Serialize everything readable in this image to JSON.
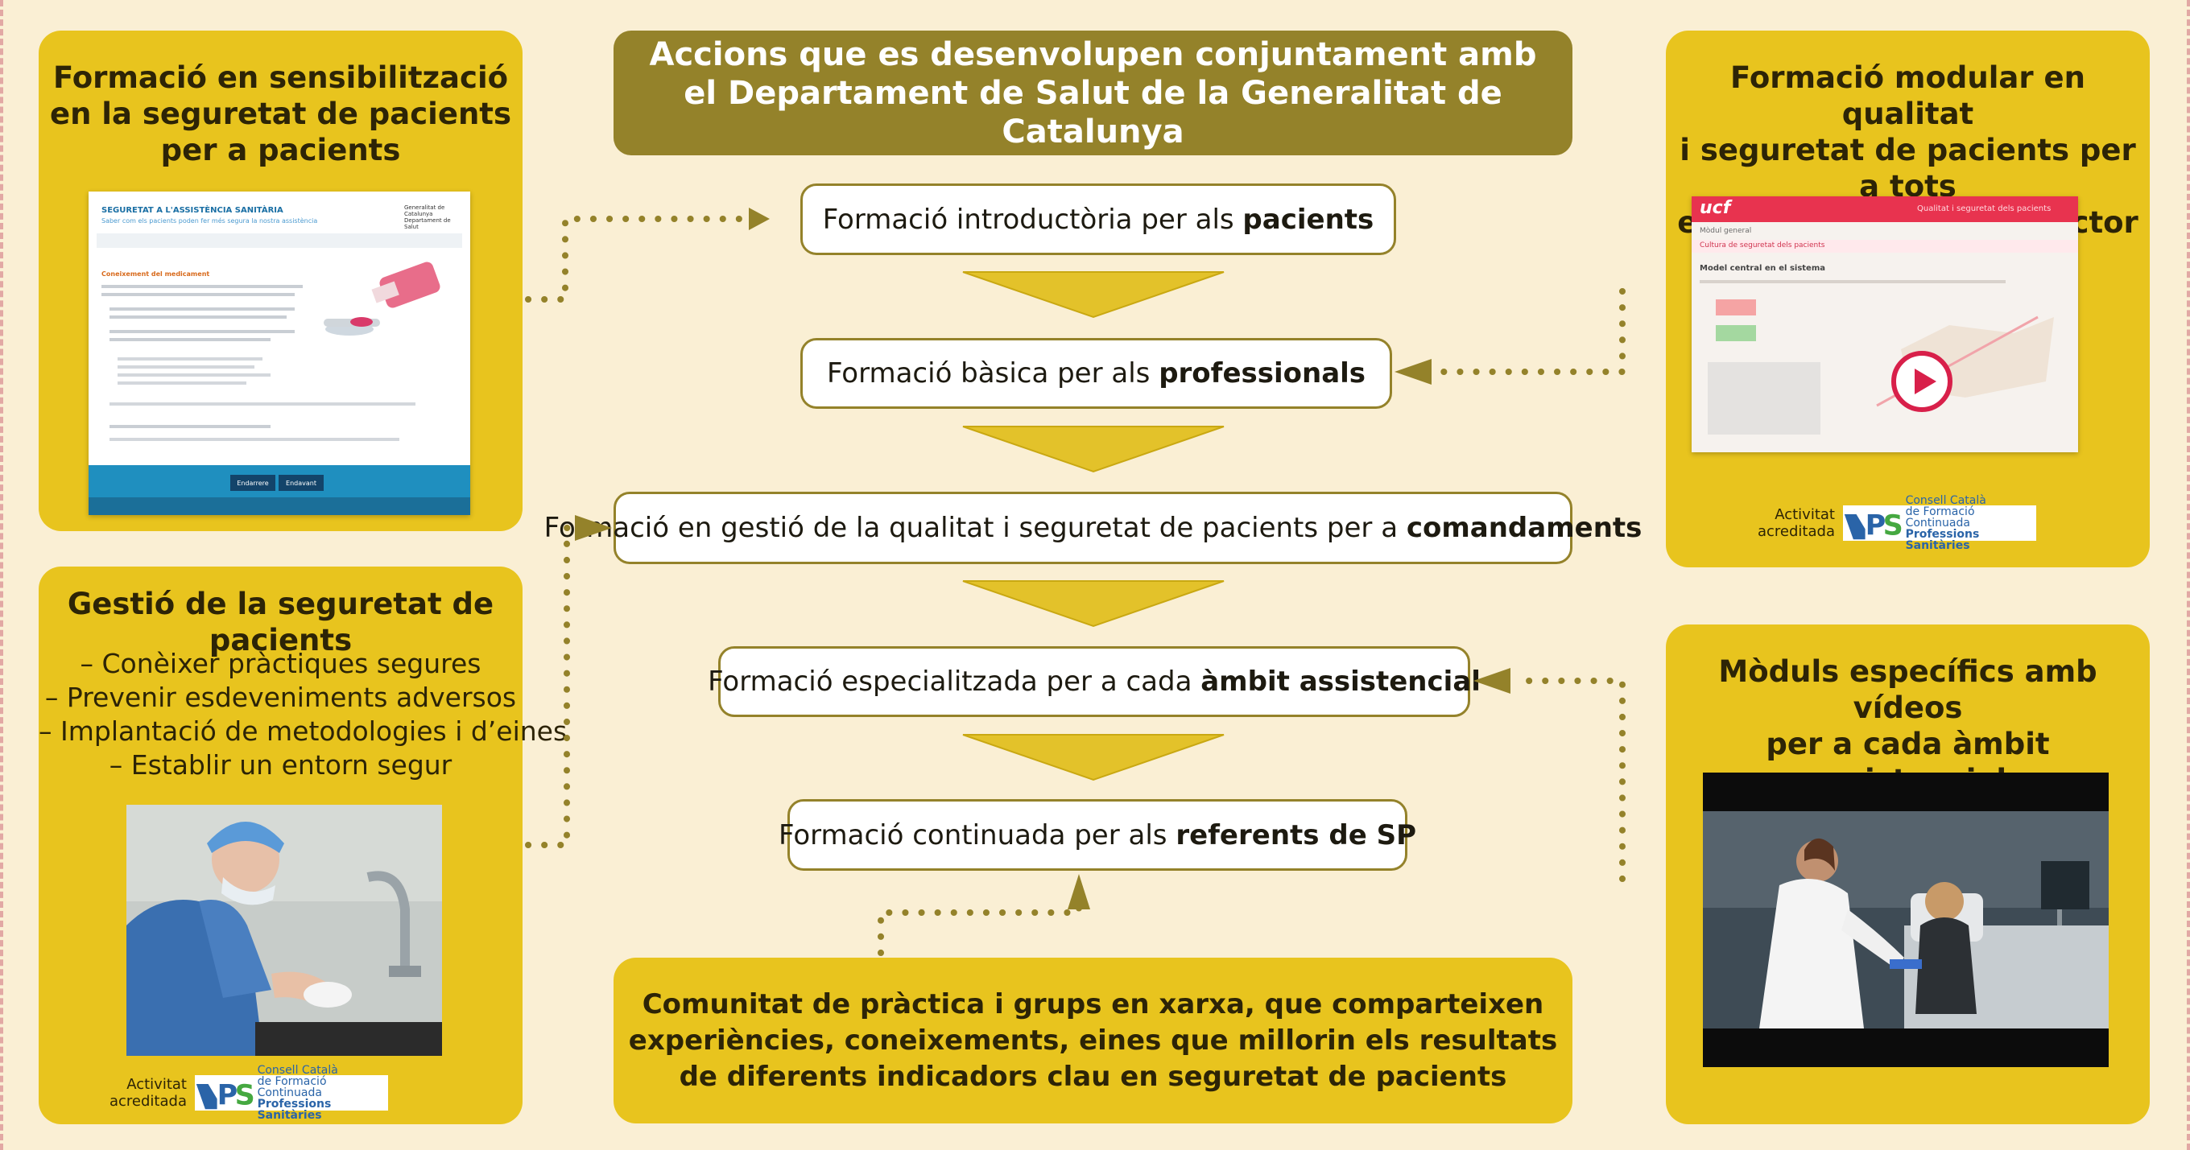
{
  "header": {
    "title": "Accions que es desenvolupen conjuntament amb\nel Departament de Salut de la Generalitat de Catalunya"
  },
  "stages": [
    {
      "text": "Formació introductòria per als ",
      "bold": "pacients"
    },
    {
      "text": "Formació bàsica per als ",
      "bold": "professionals"
    },
    {
      "text": "Formació en gestió de la qualitat i seguretat de pacients per a ",
      "bold": "comandaments"
    },
    {
      "text": "Formació especialitzada per a cada ",
      "bold": "àmbit assistencial"
    },
    {
      "text": "Formació continuada per als ",
      "bold": "referents de SP"
    }
  ],
  "panels": {
    "patients": {
      "title": "Formació en sensibilització\nen la seguretat de pacients\nper a pacients",
      "screenshot": {
        "heading": "SEGURETAT A L'ASSISTÈNCIA SANITÀRIA",
        "subheading": "Saber com els pacients poden fer més segura la nostra assistència",
        "section": "Coneixement del medicament",
        "org": "Generalitat de Catalunya\nDepartament de Salut",
        "nav_back": "Endarrere",
        "nav_next": "Endavant"
      }
    },
    "safety_management": {
      "title": "Gestió de la seguretat de pacients",
      "bullets": [
        "– Conèixer pràctiques segures",
        "– Prevenir esdeveniments adversos",
        "– Implantació de metodologies i d’eines",
        "– Establir un entorn segur"
      ],
      "accreditation_label": "Activitat\nacreditada"
    },
    "modular": {
      "title": "Formació modular en qualitat\ni seguretat de pacients per a tots\nels professionals del sector",
      "screenshot": {
        "brand": "ucf",
        "course": "Qualitat i seguretat dels pacients",
        "module": "Mòdul general",
        "topic": "Cultura de seguretat dels pacients",
        "slide_title": "Model central en el sistema"
      },
      "accreditation_label": "Activitat\nacreditada"
    },
    "videos": {
      "title": "Mòduls específics amb vídeos\nper a cada àmbit assistencial"
    }
  },
  "community": {
    "text": "Comunitat de pràctica i grups en xarxa, que comparteixen\nexperiències, coneixements, eines que millorin els resultats\nde diferents indicadors clau en seguretat de pacients"
  },
  "accreditation_logo": {
    "line1": "Consell Català",
    "line2": "de Formació Continuada",
    "line3": "Professions Sanitàries"
  },
  "colors": {
    "background": "#faefd4",
    "panel": "#e8c41e",
    "header": "#94822a",
    "arrow_fill": "#e3c22a",
    "connector": "#94822a"
  }
}
